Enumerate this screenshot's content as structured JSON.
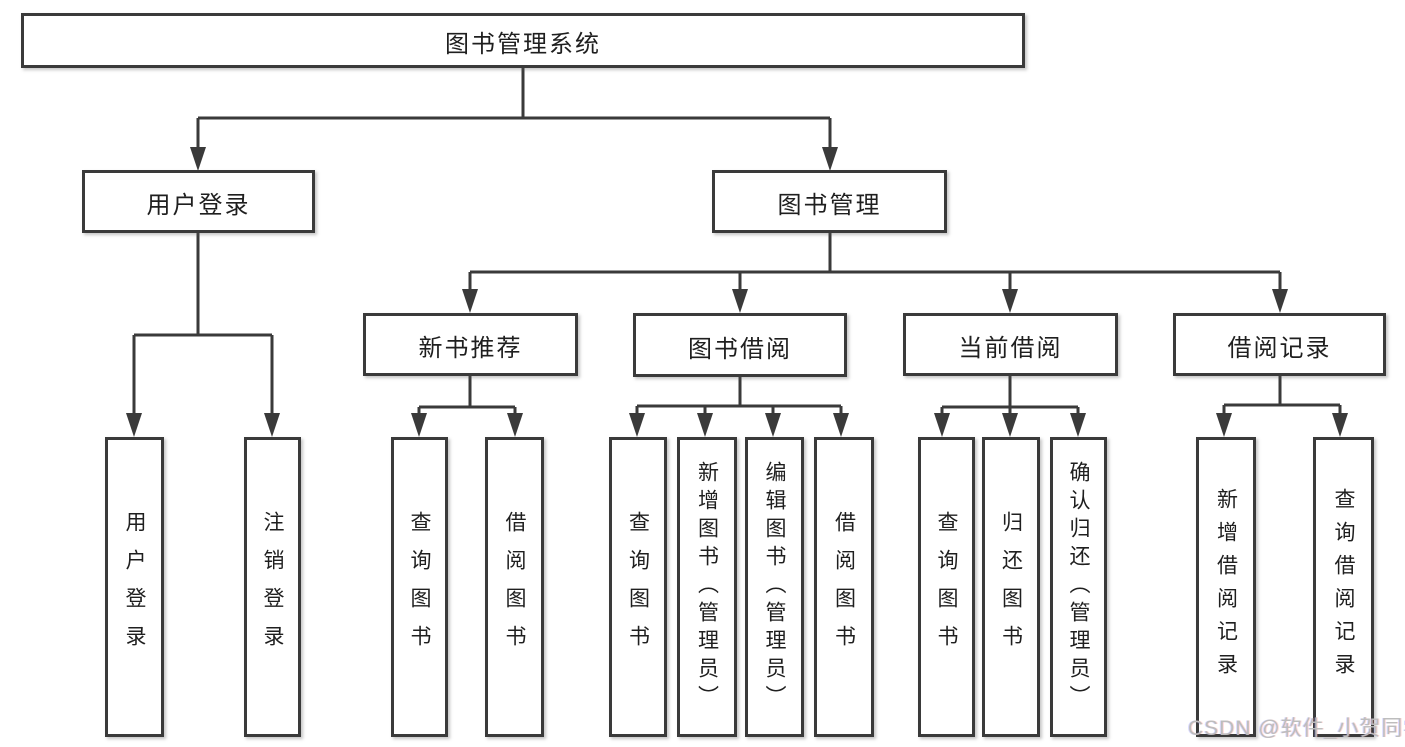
{
  "tree": {
    "root": {
      "label": "图书管理系统",
      "children": [
        {
          "label": "用户登录",
          "children": [
            {
              "label": "用户登录"
            },
            {
              "label": "注销登录"
            }
          ]
        },
        {
          "label": "图书管理",
          "children": [
            {
              "label": "新书推荐",
              "children": [
                {
                  "label": "查询图书"
                },
                {
                  "label": "借阅图书"
                }
              ]
            },
            {
              "label": "图书借阅",
              "children": [
                {
                  "label": "查询图书"
                },
                {
                  "label": "新增图书（管理员）"
                },
                {
                  "label": "编辑图书（管理员）"
                },
                {
                  "label": "借阅图书"
                }
              ]
            },
            {
              "label": "当前借阅",
              "children": [
                {
                  "label": "查询图书"
                },
                {
                  "label": "归还图书"
                },
                {
                  "label": "确认归还（管理员）"
                }
              ]
            },
            {
              "label": "借阅记录",
              "children": [
                {
                  "label": "新增借阅记录"
                },
                {
                  "label": "查询借阅记录"
                }
              ]
            }
          ]
        }
      ]
    }
  },
  "watermark": {
    "text": "CSDN @软件_小贺同学"
  },
  "colors": {
    "line": "#3a3a3a",
    "box_border": "#3a3a3a",
    "text": "#1f1f1f",
    "watermark": "#bdbdbd",
    "background": "#ffffff"
  }
}
